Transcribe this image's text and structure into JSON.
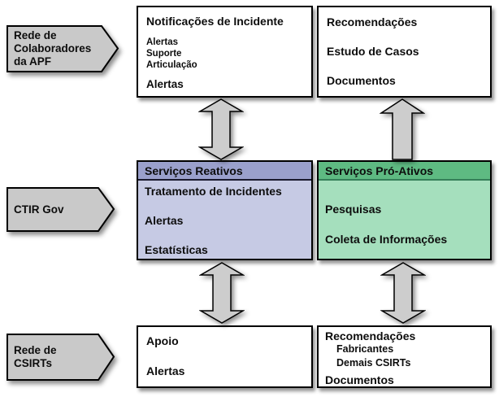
{
  "colors": {
    "label_fill": "#c9c9c9",
    "arrow_fill": "#cdcdcd",
    "reactive_header": "#9aa0cc",
    "reactive_body": "#c6cae4",
    "proactive_header": "#5eba82",
    "proactive_body": "#a5dfbd"
  },
  "left_labels": [
    {
      "label": "Rede de\nColaboradores\nda APF"
    },
    {
      "label": "CTIR Gov"
    },
    {
      "label": "Rede de\nCSIRTs"
    }
  ],
  "boxes": {
    "notificacoes": {
      "title": "Notificações de Incidente",
      "items": [
        "Alertas",
        "Suporte",
        "Articulação"
      ],
      "footer": "Alertas"
    },
    "recomendacoes_top": {
      "lines": [
        "Recomendações",
        "Estudo de Casos",
        "Documentos"
      ]
    },
    "servicos_reativos": {
      "title": "Serviços Reativos",
      "items": [
        "Tratamento de Incidentes",
        "Alertas",
        "Estatísticas"
      ]
    },
    "servicos_proativos": {
      "title": "Serviços Pró-Ativos",
      "items": [
        "Pesquisas",
        "Coleta de Informações"
      ]
    },
    "apoio": {
      "lines": [
        "Apoio",
        "Alertas"
      ]
    },
    "recomendacoes_bottom": {
      "title": "Recomendações",
      "sub_items": [
        "Fabricantes",
        "Demais CSIRTs"
      ],
      "footer": "Documentos"
    }
  }
}
